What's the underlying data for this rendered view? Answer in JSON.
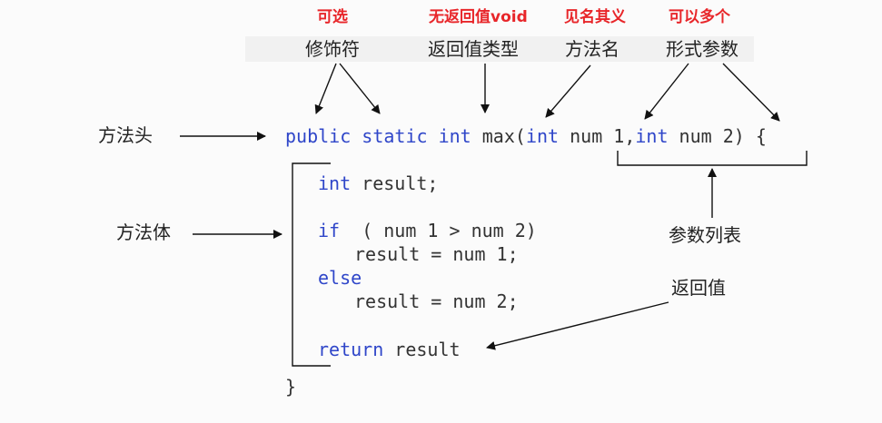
{
  "annotations": {
    "optional": "可选",
    "no_return_void": "无返回值void",
    "self_explanatory": "见名其义",
    "can_be_multiple": "可以多个"
  },
  "categories": {
    "modifier": "修饰符",
    "return_type": "返回值类型",
    "method_name": "方法名",
    "formal_params": "形式参数"
  },
  "side_labels": {
    "method_header": "方法头",
    "method_body": "方法体",
    "param_list": "参数列表",
    "return_value": "返回值"
  },
  "code": {
    "header": {
      "kw_public": "public",
      "kw_static": "static",
      "kw_int_return": "int",
      "name_open": "max(",
      "kw_int_p1": "int",
      "p1_rest": "num 1,",
      "kw_int_p2": "int",
      "p2_rest": "num 2) {"
    },
    "body": {
      "kw_int_decl": "int",
      "decl_rest": "result;",
      "kw_if": "if",
      "if_cond": "( num 1 > num 2)",
      "assign1": "result = num 1;",
      "kw_else": "else",
      "assign2": "result = num 2;",
      "kw_return": "return",
      "return_rest": "result"
    },
    "closing_brace": "}"
  },
  "colors": {
    "keyword": "#2f46c9",
    "annotation": "#e8262a",
    "text": "#222222"
  }
}
